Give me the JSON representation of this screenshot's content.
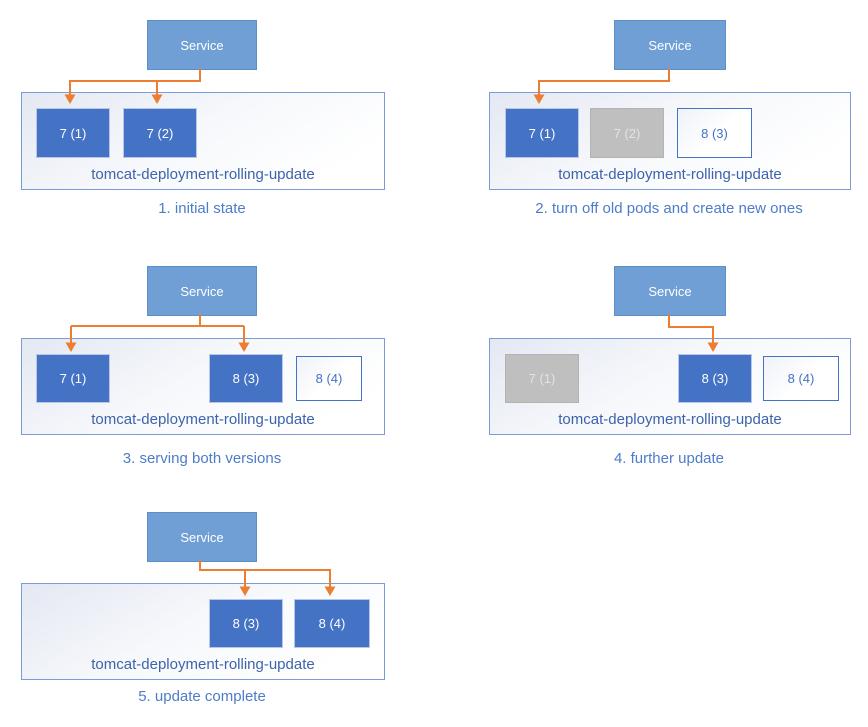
{
  "diagram": {
    "topic": "tomcat deployment rolling update stages",
    "colors": {
      "service_fill": "#6f9fd5",
      "pod_active_fill": "#4472c4",
      "pod_stopped_fill": "#bfbfbf",
      "pod_new_border": "#4472c4",
      "container_border": "#7c9cd9",
      "arrow": "#ed7d31",
      "deployment_label_text": "#3d63ac",
      "caption_text": "#4d7cc9"
    },
    "panels": [
      {
        "caption": "1. initial state",
        "service_label": "Service",
        "deployment_label": "tomcat-deployment-rolling-update",
        "pods": [
          {
            "label": "7 (1)",
            "status": "active",
            "receives_traffic": true
          },
          {
            "label": "7 (2)",
            "status": "active",
            "receives_traffic": true
          }
        ]
      },
      {
        "caption": "2. turn off old pods and create new ones",
        "service_label": "Service",
        "deployment_label": "tomcat-deployment-rolling-update",
        "pods": [
          {
            "label": "7 (1)",
            "status": "active",
            "receives_traffic": true
          },
          {
            "label": "7 (2)",
            "status": "stopped",
            "receives_traffic": false
          },
          {
            "label": "8 (3)",
            "status": "new",
            "receives_traffic": false
          }
        ]
      },
      {
        "caption": "3. serving both versions",
        "service_label": "Service",
        "deployment_label": "tomcat-deployment-rolling-update",
        "pods": [
          {
            "label": "7 (1)",
            "status": "active",
            "receives_traffic": true
          },
          {
            "label": "8 (3)",
            "status": "active",
            "receives_traffic": true
          },
          {
            "label": "8 (4)",
            "status": "new",
            "receives_traffic": false
          }
        ]
      },
      {
        "caption": "4. further update",
        "service_label": "Service",
        "deployment_label": "tomcat-deployment-rolling-update",
        "pods": [
          {
            "label": "7 (1)",
            "status": "stopped",
            "receives_traffic": false
          },
          {
            "label": "8 (3)",
            "status": "active",
            "receives_traffic": true
          },
          {
            "label": "8 (4)",
            "status": "new",
            "receives_traffic": false
          }
        ]
      },
      {
        "caption": "5. update complete",
        "service_label": "Service",
        "deployment_label": "tomcat-deployment-rolling-update",
        "pods": [
          {
            "label": "8 (3)",
            "status": "active",
            "receives_traffic": true
          },
          {
            "label": "8 (4)",
            "status": "active",
            "receives_traffic": true
          }
        ]
      }
    ]
  }
}
